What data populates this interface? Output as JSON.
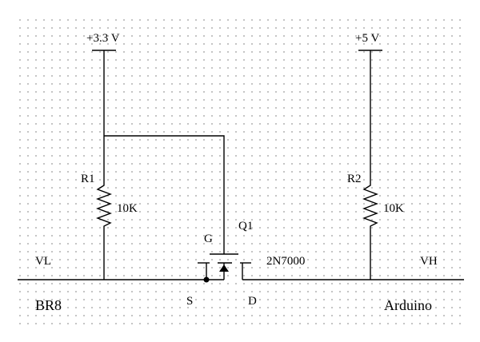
{
  "supplies": {
    "low": "+3.3 V",
    "high": "+5 V"
  },
  "resistors": {
    "r1": {
      "ref": "R1",
      "value": "10K"
    },
    "r2": {
      "ref": "R2",
      "value": "10K"
    }
  },
  "transistor": {
    "ref": "Q1",
    "part": "2N7000",
    "gate": "G",
    "source": "S",
    "drain": "D"
  },
  "sides": {
    "low_side": "VL",
    "high_side": "VH",
    "left_device": "BR8",
    "right_device": "Arduino"
  }
}
